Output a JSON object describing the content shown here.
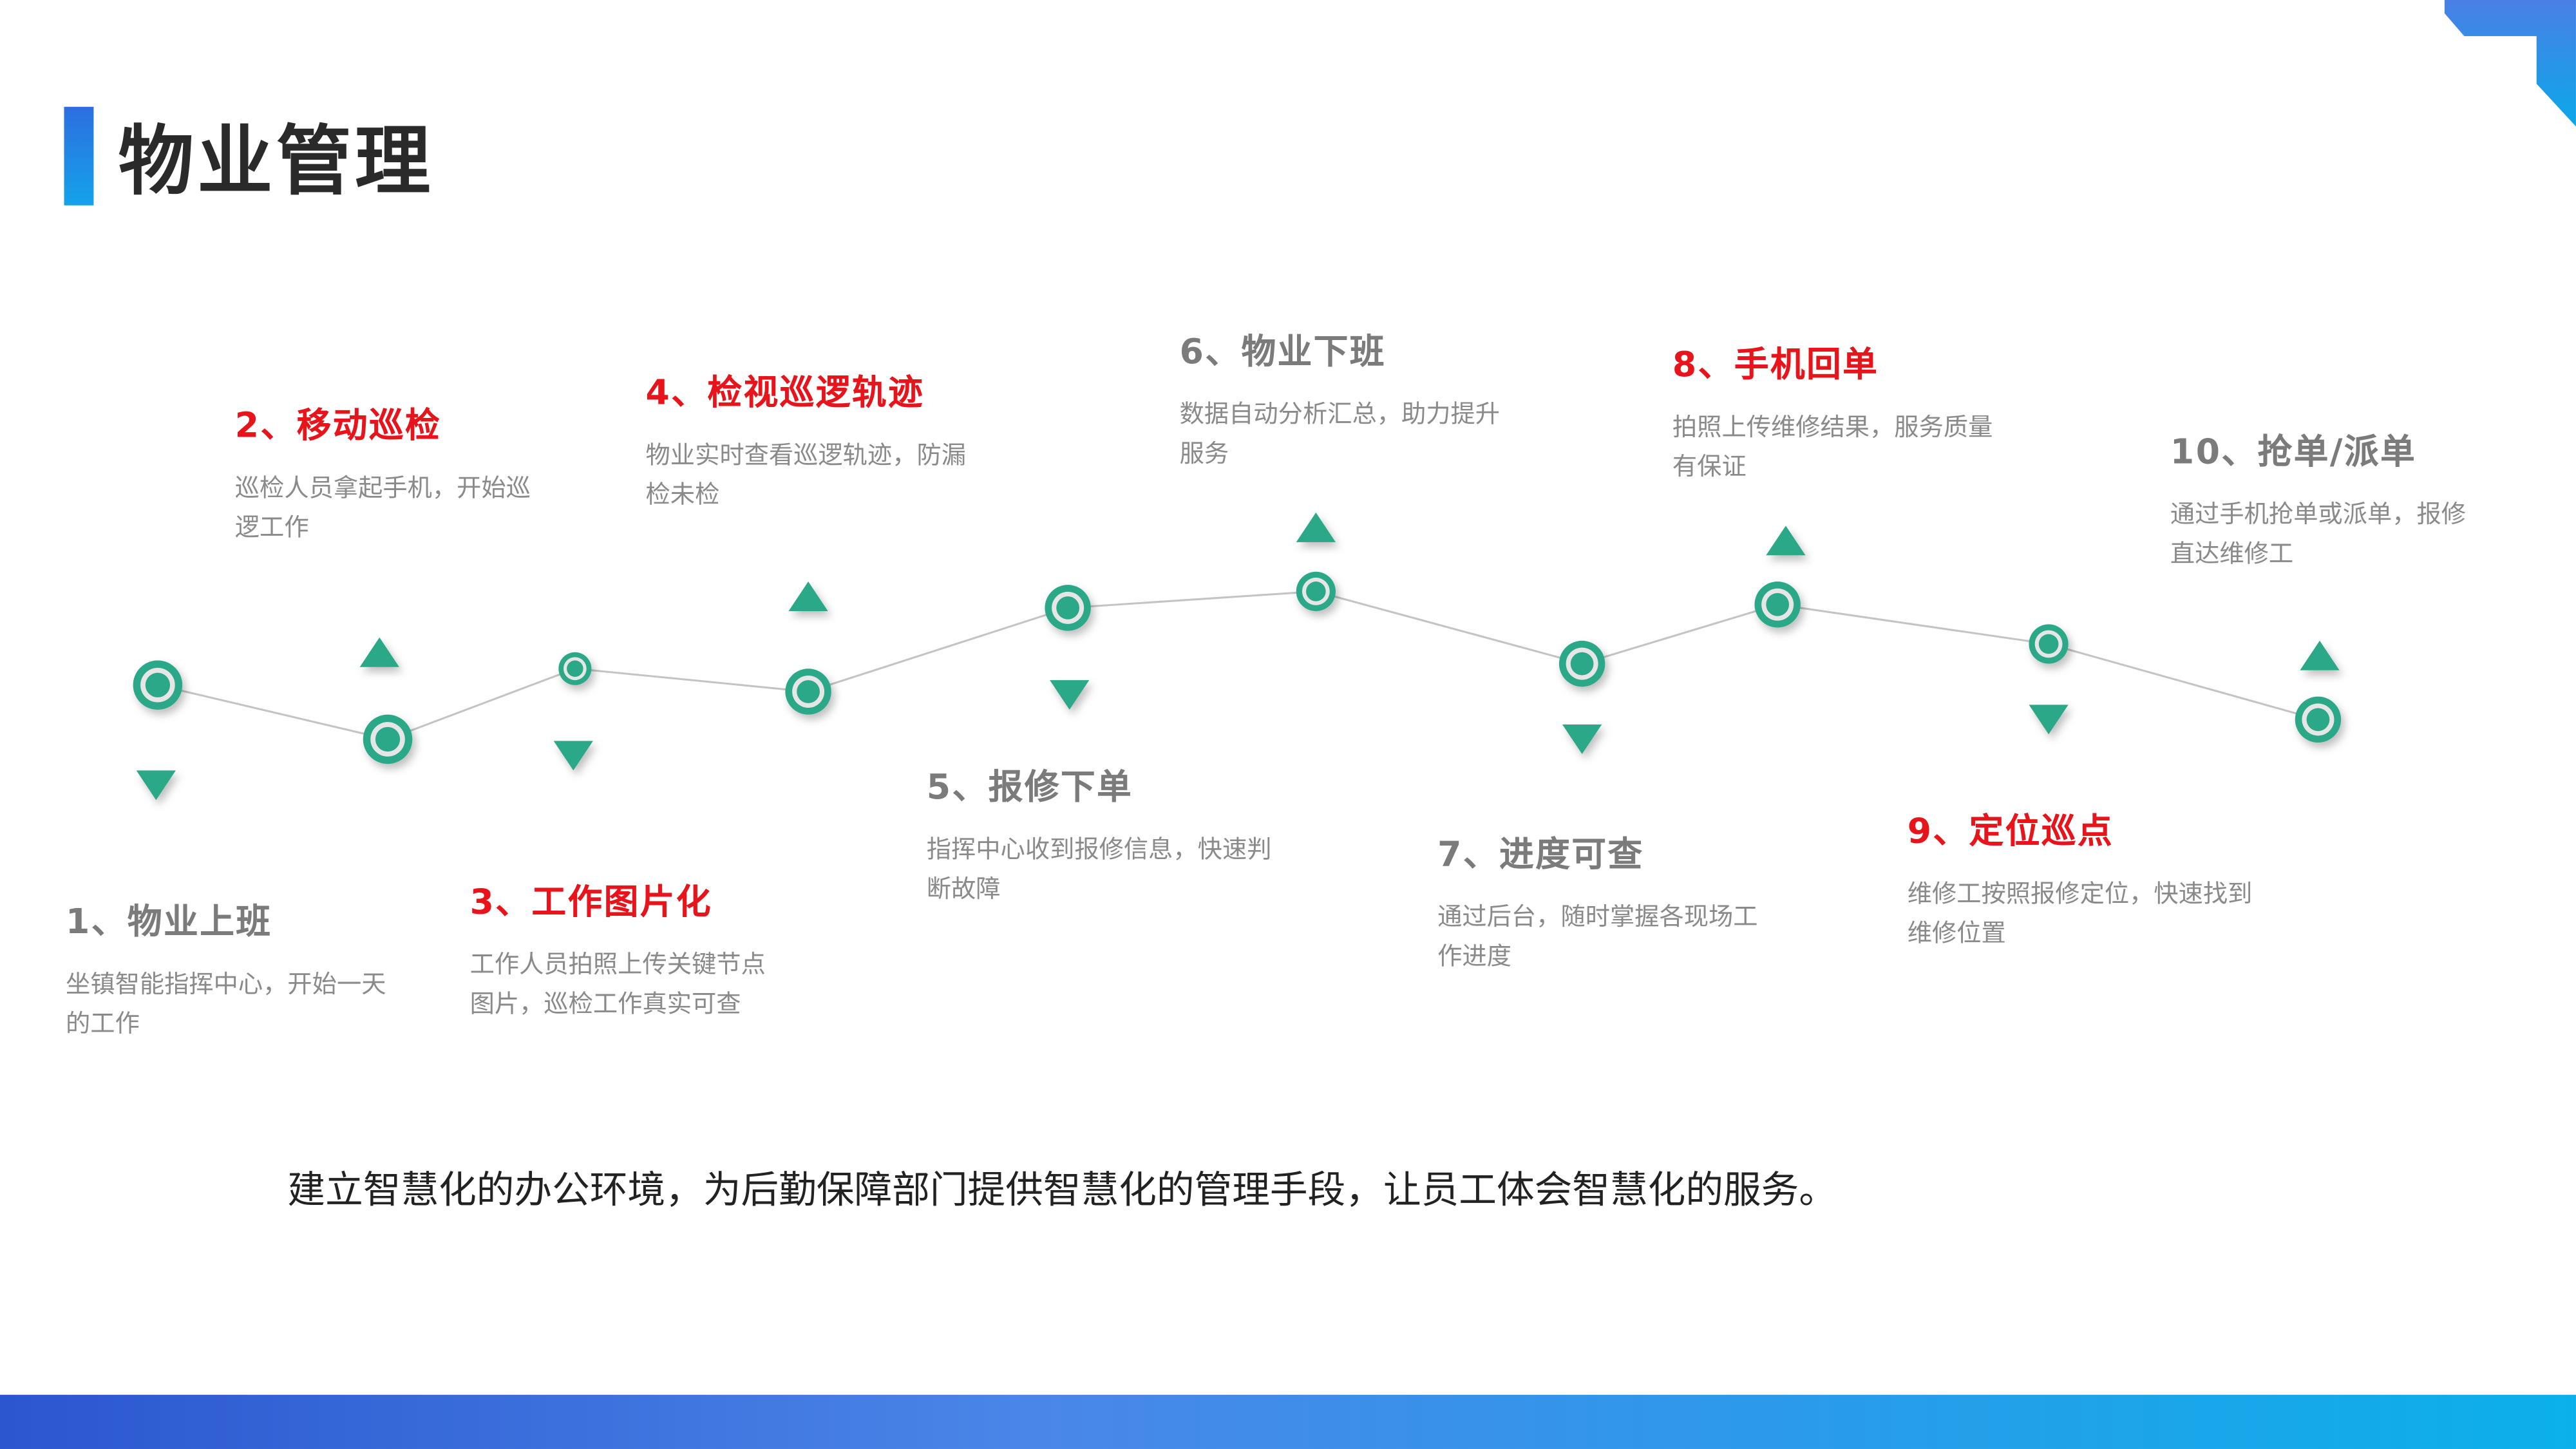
{
  "title": "物业管理",
  "colors": {
    "accent": "#2aa888",
    "title_red": "#e8141b",
    "title_gray": "#7b7b7b",
    "brand_blue": "#2d6ee0"
  },
  "steps": [
    {
      "title": "1、物业上班",
      "desc": "坐镇智能指挥中心，开始一天的工作",
      "highlight": false
    },
    {
      "title": "2、移动巡检",
      "desc": "巡检人员拿起手机，开始巡逻工作",
      "highlight": true
    },
    {
      "title": "3、工作图片化",
      "desc": "工作人员拍照上传关键节点图片，巡检工作真实可查",
      "highlight": true
    },
    {
      "title": "4、检视巡逻轨迹",
      "desc": "物业实时查看巡逻轨迹，防漏检未检",
      "highlight": true
    },
    {
      "title": "5、报修下单",
      "desc": "指挥中心收到报修信息，快速判断故障",
      "highlight": false
    },
    {
      "title": "6、物业下班",
      "desc": "数据自动分析汇总，助力提升服务",
      "highlight": false
    },
    {
      "title": "7、进度可查",
      "desc": "通过后台，随时掌握各现场工作进度",
      "highlight": false
    },
    {
      "title": "8、手机回单",
      "desc": "拍照上传维修结果，服务质量有保证",
      "highlight": true
    },
    {
      "title": "9、定位巡点",
      "desc": "维修工按照报修定位，快速找到维修位置",
      "highlight": true
    },
    {
      "title": "10、抢单/派单",
      "desc": "通过手机抢单或派单，报修直达维修工",
      "highlight": false
    }
  ],
  "summary": "建立智慧化的办公环境，为后勤保障部门提供智慧化的管理手段，让员工体会智慧化的服务。"
}
